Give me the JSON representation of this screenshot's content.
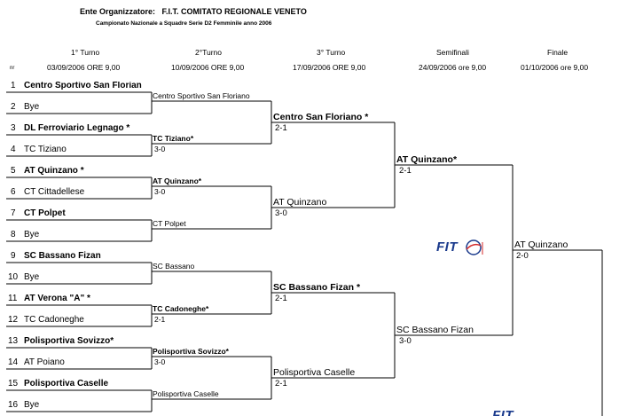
{
  "header": {
    "organizer_label": "Ente Organizzatore:",
    "organizer": "F.I.T.  COMITATO REGIONALE VENETO",
    "subtitle": "Campionato Nazionale a Squadre Serie D2 Femminile anno 2006"
  },
  "rounds": [
    {
      "name": "1° Turno",
      "date": "03/09/2006 ORE 9,00"
    },
    {
      "name": "2°Turno",
      "date": "10/09/2006 ORE 9,00"
    },
    {
      "name": "3° Turno",
      "date": "17/09/2006 ORE 9,00"
    },
    {
      "name": "Semifinali",
      "date": "24/09/2006 ore 9,00"
    },
    {
      "name": "Finale",
      "date": "01/10/2006 ore 9,00"
    }
  ],
  "nr_label": "nr",
  "first_round": [
    {
      "nr": "1",
      "team": "Centro Sportivo San Florian"
    },
    {
      "nr": "2",
      "team": "Bye"
    },
    {
      "nr": "3",
      "team": "DL Ferroviario Legnago *"
    },
    {
      "nr": "4",
      "team": "TC Tiziano"
    },
    {
      "nr": "5",
      "team": "AT Quinzano *"
    },
    {
      "nr": "6",
      "team": "CT Cittadellese"
    },
    {
      "nr": "7",
      "team": "CT Polpet"
    },
    {
      "nr": "8",
      "team": "Bye"
    },
    {
      "nr": "9",
      "team": "SC Bassano Fizan"
    },
    {
      "nr": "10",
      "team": "Bye"
    },
    {
      "nr": "11",
      "team": "AT Verona \"A\" *"
    },
    {
      "nr": "12",
      "team": "TC Cadoneghe"
    },
    {
      "nr": "13",
      "team": "Polisportiva Sovizzo*"
    },
    {
      "nr": "14",
      "team": "AT Poiano"
    },
    {
      "nr": "15",
      "team": "Polisportiva Caselle"
    },
    {
      "nr": "16",
      "team": "Bye"
    }
  ],
  "second_round": [
    {
      "team": "Centro Sportivo San Floriano",
      "score": ""
    },
    {
      "team": "TC Tiziano*",
      "score": "3-0"
    },
    {
      "team": "AT Quinzano*",
      "score": "3-0"
    },
    {
      "team": "CT Polpet",
      "score": ""
    },
    {
      "team": "SC Bassano",
      "score": ""
    },
    {
      "team": "TC Cadoneghe*",
      "score": "2-1"
    },
    {
      "team": "Polisportiva Sovizzo*",
      "score": "3-0"
    },
    {
      "team": "Polisportiva Caselle",
      "score": ""
    }
  ],
  "third_round": [
    {
      "team": "Centro San Floriano *",
      "score": "2-1"
    },
    {
      "team": "AT Quinzano",
      "score": "3-0"
    },
    {
      "team": "SC Bassano Fizan *",
      "score": "2-1"
    },
    {
      "team": "Polisportiva Caselle",
      "score": "2-1"
    }
  ],
  "semifinals": [
    {
      "team": "AT Quinzano*",
      "score": "2-1"
    },
    {
      "team": "SC Bassano Fizan",
      "score": "3-0"
    }
  ],
  "final": [
    {
      "team": "AT Quinzano",
      "score": "2-0"
    }
  ],
  "logo": "FIT",
  "colors": {
    "logo": "#1a3a8c",
    "logo_accent": "#d42a2a",
    "lines": "#000000"
  }
}
